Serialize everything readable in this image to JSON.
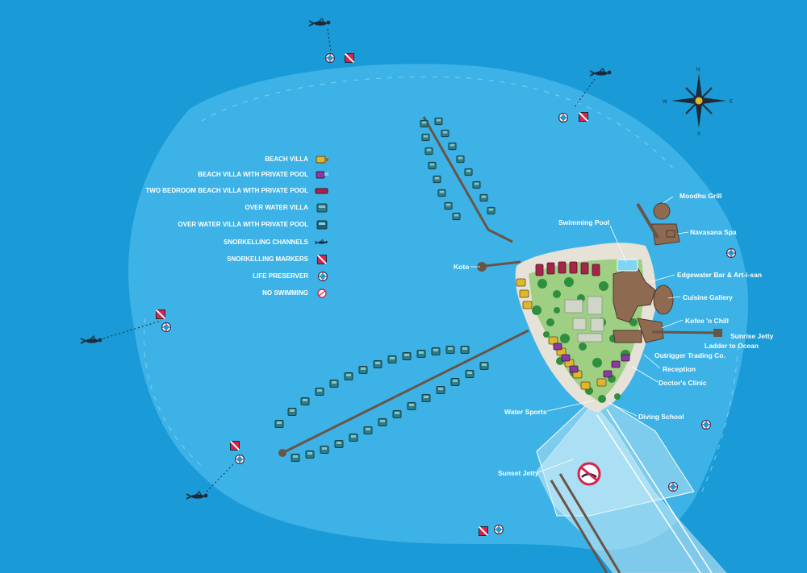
{
  "compass": {
    "n": "N",
    "s": "S",
    "e": "E",
    "w": "W"
  },
  "legend": {
    "beach_villa": "BEACH VILLA",
    "beach_villa_pool": "BEACH VILLA WITH PRIVATE POOL",
    "two_bedroom": "TWO BEDROOM BEACH VILLA WITH PRIVATE POOL",
    "over_water": "OVER WATER VILLA",
    "over_water_pool": "OVER WATER VILLA WITH PRIVATE POOL",
    "snorkel_channels": "SNORKELLING CHANNELS",
    "snorkel_markers": "SNORKELLING MARKERS",
    "life_preserver": "LIFE PRESERVER",
    "no_swimming": "NO SWIMMING"
  },
  "places": {
    "moodhu_grill": "Moodhu Grill",
    "navasana_spa": "Navasana Spa",
    "swimming_pool": "Swimming Pool",
    "koto": "Koto",
    "edgewater": "Edgewater Bar & Art-i-san",
    "cuisine_gallery": "Cuisine Gallery",
    "kofee": "Kofee 'n Chill",
    "sunrise_jetty": "Sunrise Jetty",
    "ladder": "Ladder to Ocean",
    "outrigger": "Outrigger Trading Co.",
    "reception": "Reception",
    "doctor": "Doctor's Clinic",
    "water_sports": "Water Sports",
    "diving_school": "Diving School",
    "sunset_jetty": "Sunset Jetty"
  },
  "colors": {
    "ocean": "#1a9ad6",
    "lagoon": "#3cb2e6",
    "sand": "#e6e2d8",
    "jetty": "#6a5446",
    "beach_villa": "#e0b72a",
    "beach_villa_pool": "#8a3aa0",
    "two_bedroom": "#a8234a",
    "over_water": "#2f7f88",
    "marker_red": "#d9234d"
  }
}
